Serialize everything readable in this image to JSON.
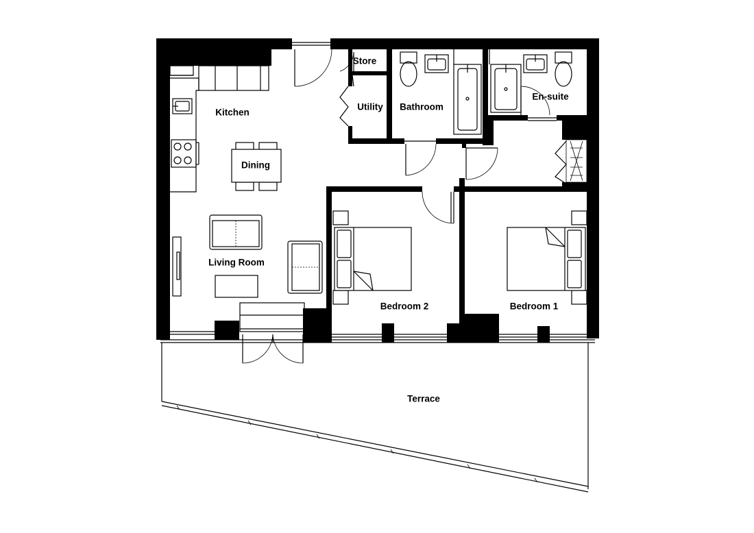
{
  "floorplan": {
    "rooms": {
      "store": "Store",
      "kitchen": "Kitchen",
      "utility": "Utility",
      "bathroom": "Bathroom",
      "ensuite": "En-suite",
      "dining": "Dining",
      "living_room": "Living Room",
      "bedroom_2": "Bedroom 2",
      "bedroom_1": "Bedroom 1",
      "terrace": "Terrace"
    },
    "colors": {
      "wall": "#000000",
      "background": "#ffffff"
    }
  }
}
